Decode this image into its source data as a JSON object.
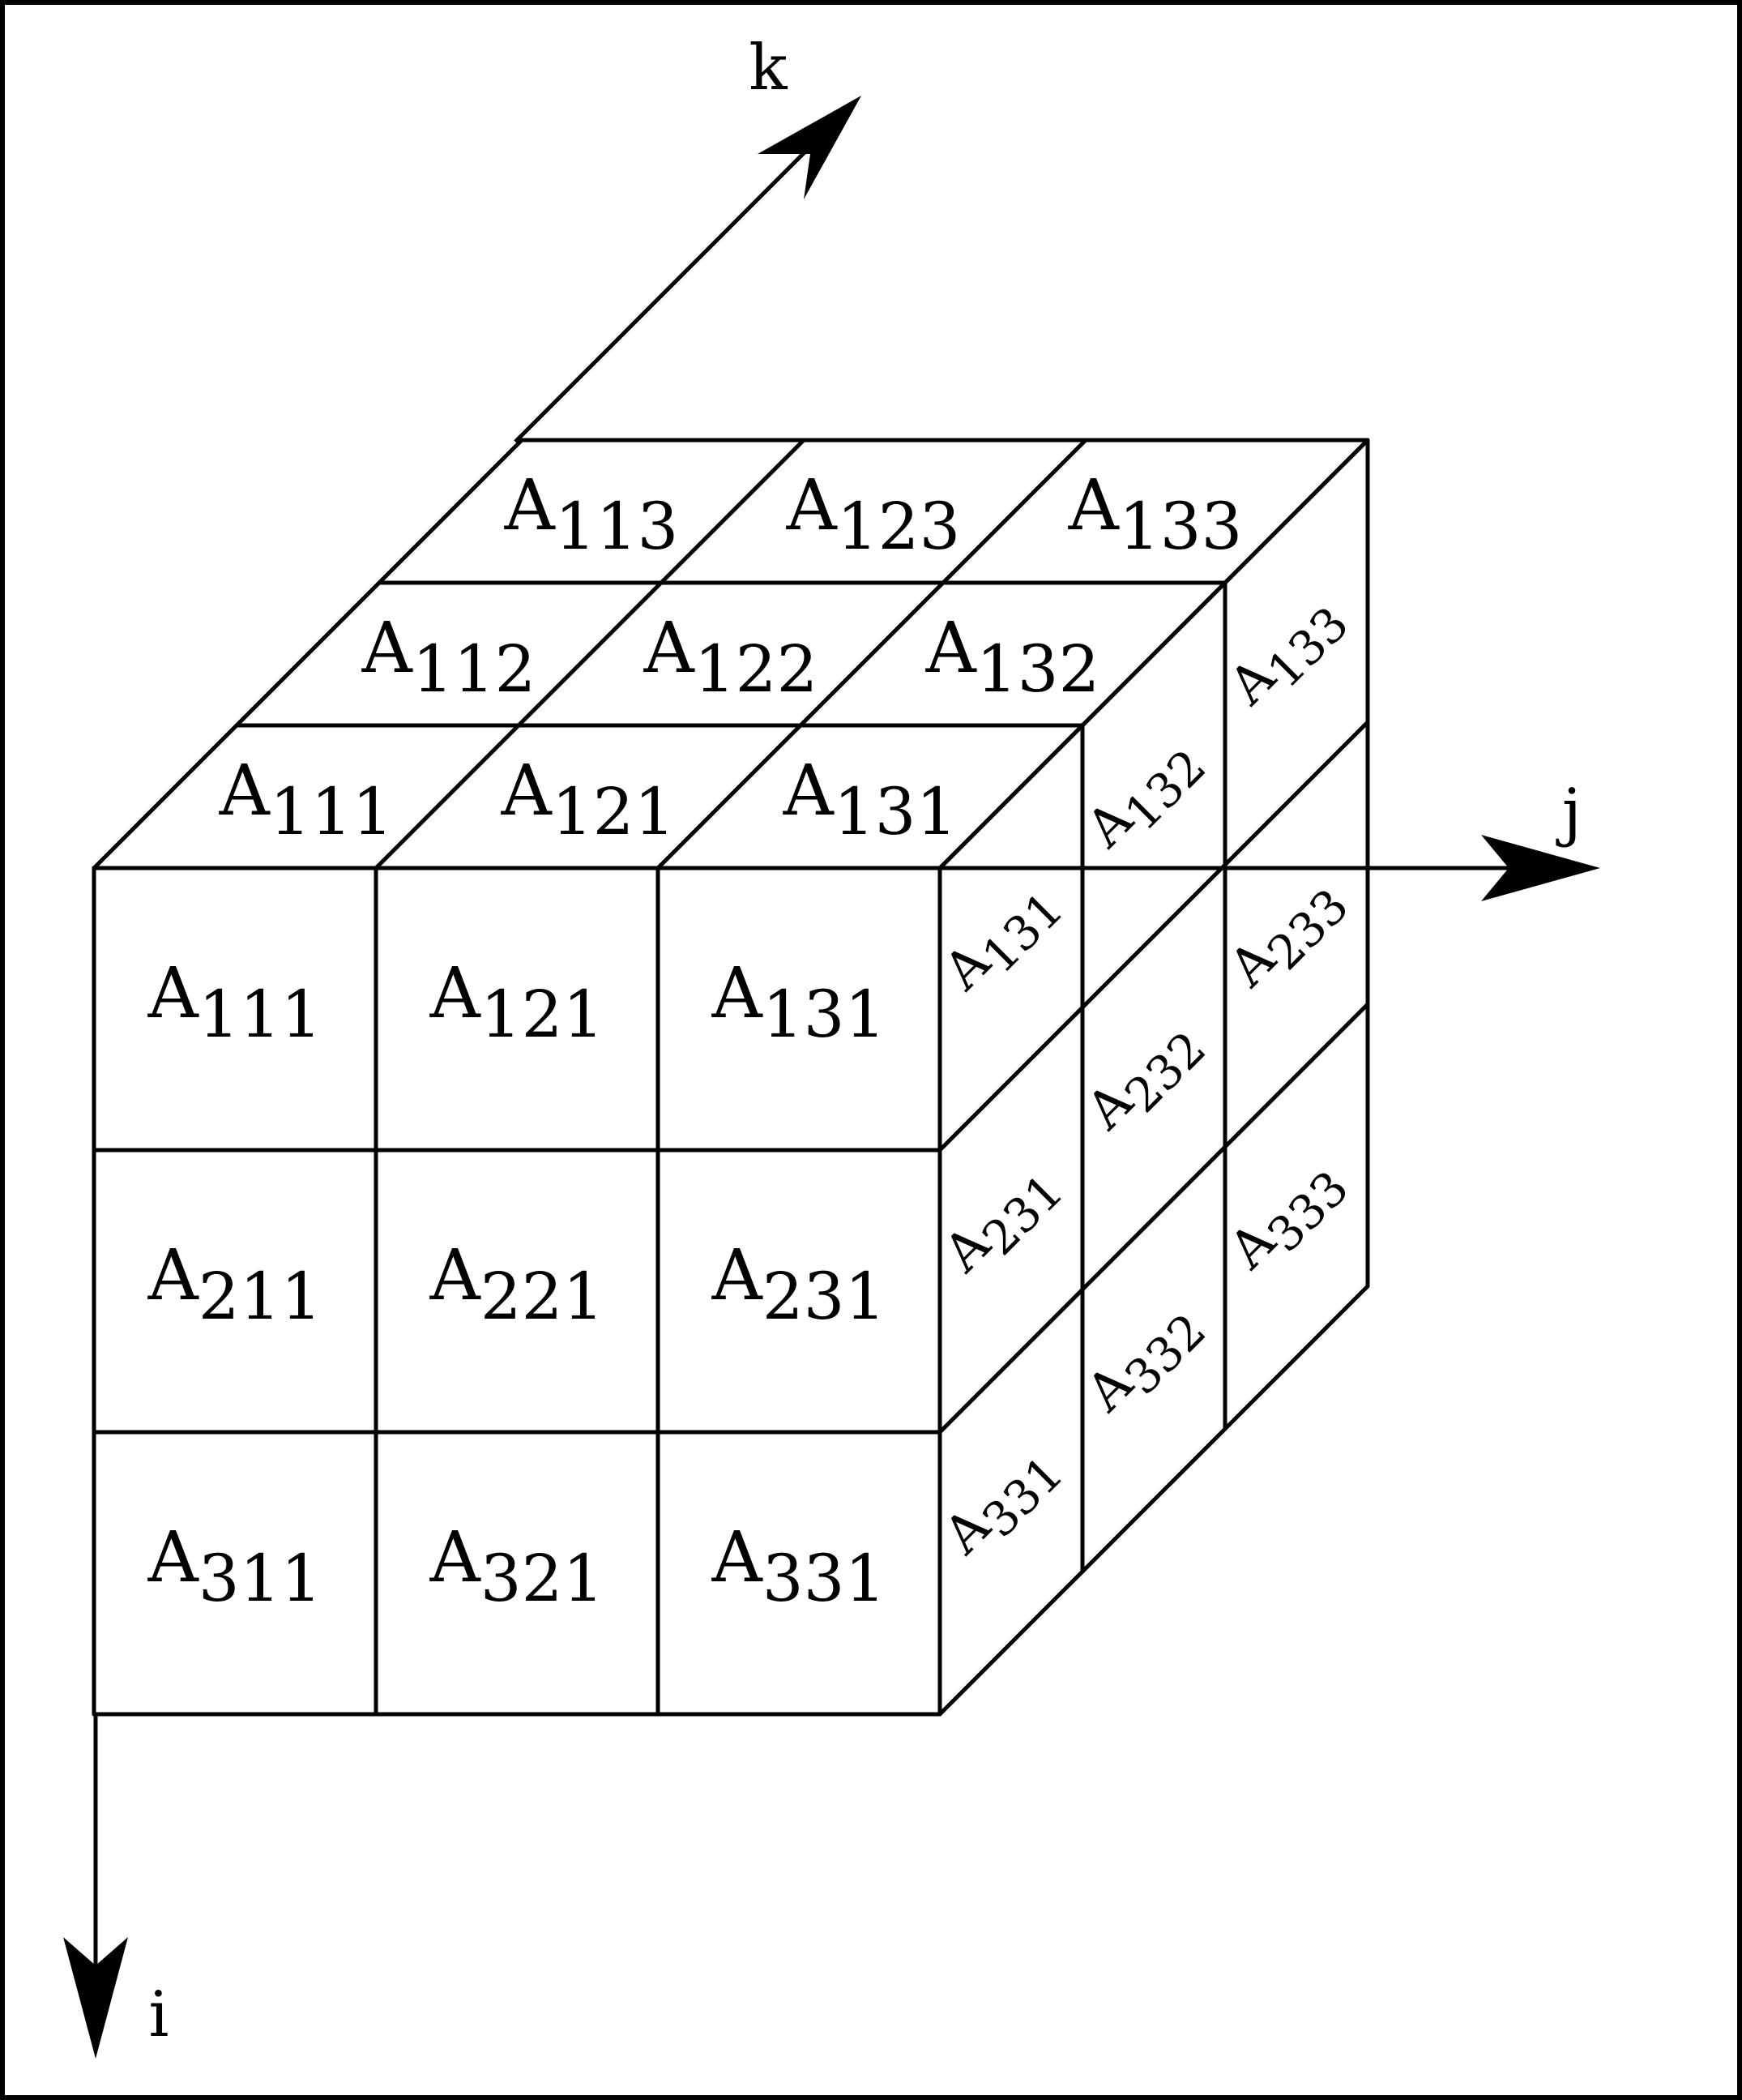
{
  "axes": {
    "i": "i",
    "j": "j",
    "k": "k"
  },
  "front_face": [
    [
      "A",
      "111"
    ],
    [
      "A",
      "121"
    ],
    [
      "A",
      "131"
    ],
    [
      "A",
      "211"
    ],
    [
      "A",
      "221"
    ],
    [
      "A",
      "231"
    ],
    [
      "A",
      "311"
    ],
    [
      "A",
      "321"
    ],
    [
      "A",
      "331"
    ]
  ],
  "top_face": [
    [
      "A",
      "111"
    ],
    [
      "A",
      "121"
    ],
    [
      "A",
      "131"
    ],
    [
      "A",
      "112"
    ],
    [
      "A",
      "122"
    ],
    [
      "A",
      "132"
    ],
    [
      "A",
      "113"
    ],
    [
      "A",
      "123"
    ],
    [
      "A",
      "133"
    ]
  ],
  "side_face": [
    [
      "A",
      "131"
    ],
    [
      "A",
      "132"
    ],
    [
      "A",
      "133"
    ],
    [
      "A",
      "231"
    ],
    [
      "A",
      "232"
    ],
    [
      "A",
      "233"
    ],
    [
      "A",
      "331"
    ],
    [
      "A",
      "332"
    ],
    [
      "A",
      "333"
    ]
  ]
}
